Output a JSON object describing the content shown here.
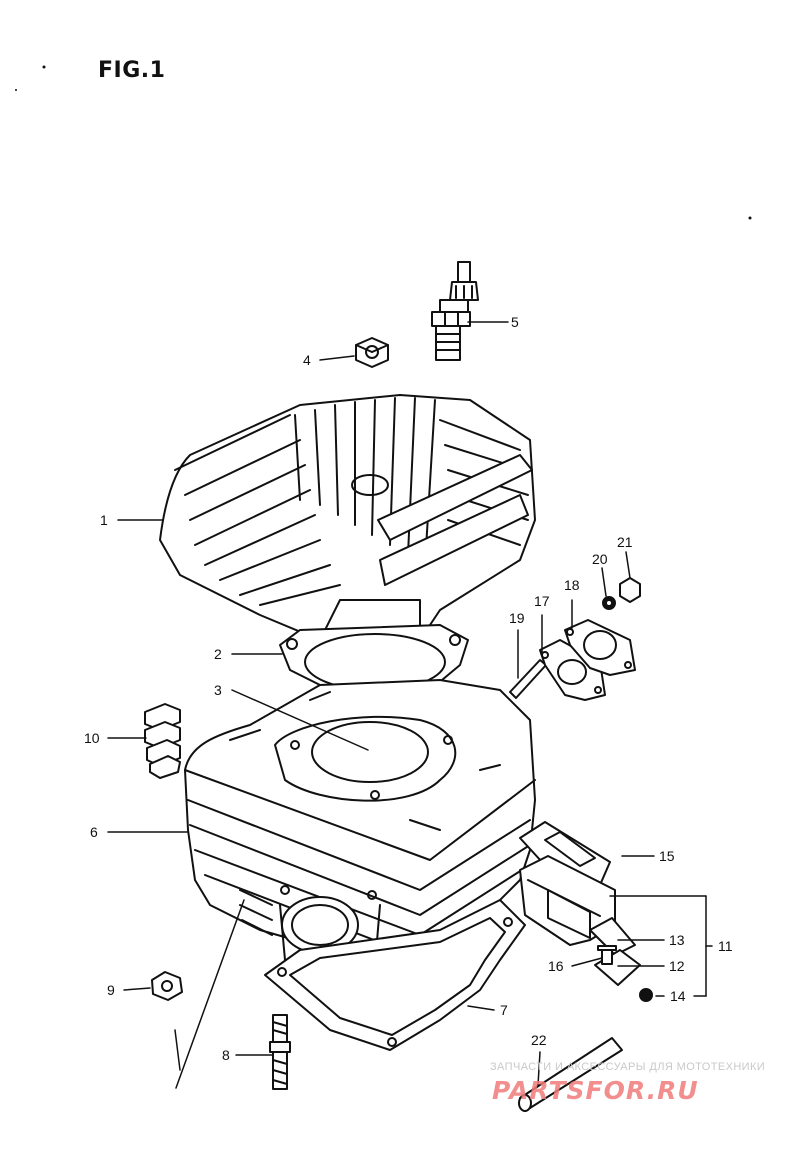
{
  "figure": {
    "title": "FIG.1"
  },
  "callouts": {
    "p1": "1",
    "p2": "2",
    "p3": "3",
    "p4": "4",
    "p5": "5",
    "p6": "6",
    "p7": "7",
    "p8": "8",
    "p9": "9",
    "p10": "10",
    "p11": "11",
    "p12": "12",
    "p13": "13",
    "p14": "14",
    "p15": "15",
    "p16": "16",
    "p17": "17",
    "p18": "18",
    "p19": "19",
    "p20": "20",
    "p21": "21",
    "p22": "22"
  },
  "watermark": {
    "tagline": "ЗАПЧАСТИ И АКСЕССУАРЫ ДЛЯ МОТОТЕХНИКИ",
    "site": "PARTSFOR.RU"
  },
  "colors": {
    "ink": "#111111",
    "watermark_logo": "#f07b7b",
    "watermark_text": "#c9c9c9"
  }
}
